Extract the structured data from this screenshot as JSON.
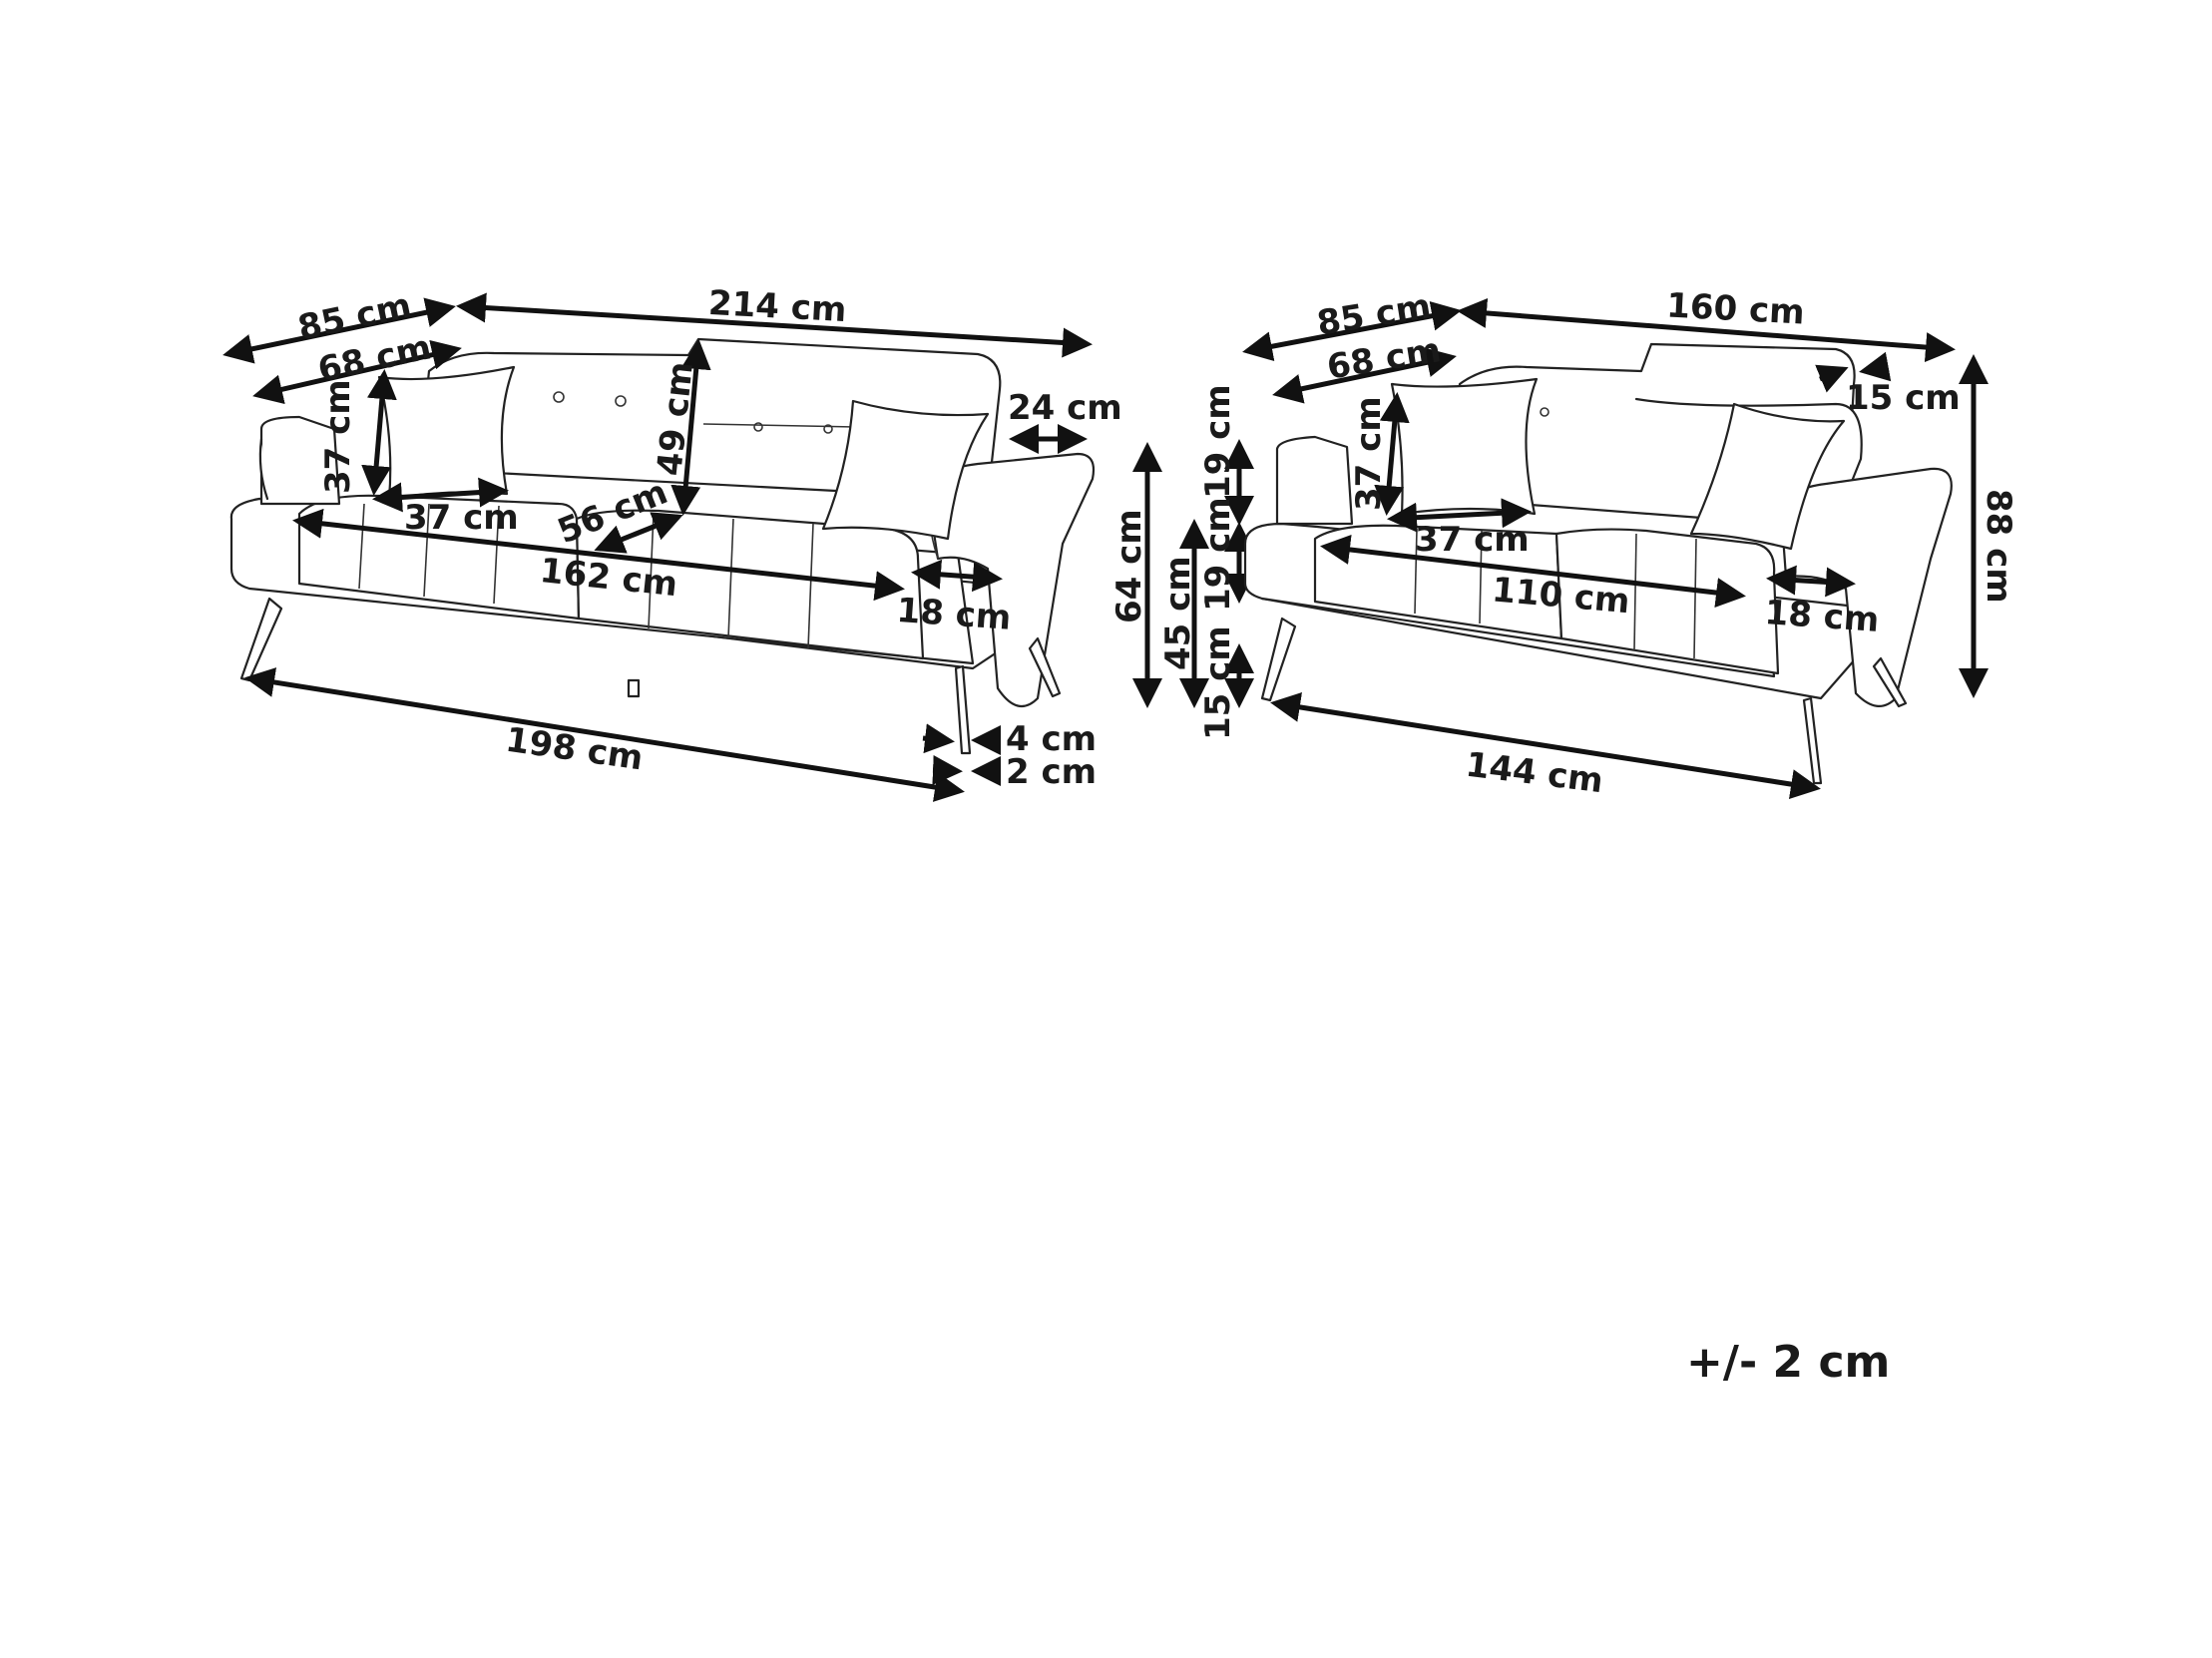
{
  "sofa_3_seater": {
    "depth_total": "85 cm",
    "depth_seat": "68 cm",
    "width_total": "214 cm",
    "cushion_height": "37 cm",
    "cushion_width": "37 cm",
    "back_height": "49 cm",
    "seat_depth": "56 cm",
    "seat_width": "162 cm",
    "arm_width": "24 cm",
    "arm_inner": "18 cm",
    "base_width": "198 cm",
    "leg_offset": "4 cm",
    "leg_thickness": "2 cm"
  },
  "vertical_dims": {
    "total_low": "64 cm",
    "seat_height": "45 cm",
    "back_upper": "19 cm",
    "mid": "19 cm",
    "leg_height": "15 cm"
  },
  "sofa_2_seater": {
    "depth_total": "85 cm",
    "depth_seat": "68 cm",
    "width_total": "160 cm",
    "headrest_offset": "15 cm",
    "cushion_height": "37 cm",
    "cushion_width": "37 cm",
    "seat_width": "110 cm",
    "arm_inner": "18 cm",
    "height_total": "88 cm",
    "base_width": "144 cm"
  },
  "tolerance": "+/- 2 cm"
}
